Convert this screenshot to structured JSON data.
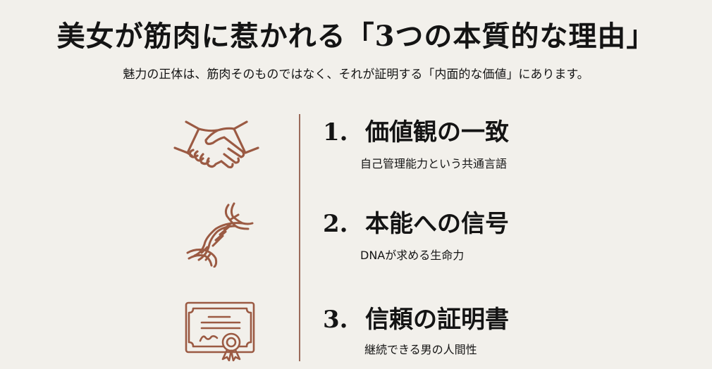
{
  "header": {
    "title": "美女が筋肉に惹かれる「3つの本質的な理由」",
    "subtitle": "魅力の正体は、筋肉そのものではなく、それが証明する「内面的な価値」にあります。"
  },
  "colors": {
    "background": "#f2f0eb",
    "accent": "#9b5a43",
    "divider": "#9b6a5a",
    "text": "#141414"
  },
  "items": [
    {
      "number": "1.",
      "title": "価値観の一致",
      "subtitle": "自己管理能力という共通言語",
      "icon": "handshake-icon"
    },
    {
      "number": "2.",
      "title": "本能への信号",
      "subtitle": "DNAが求める生命力",
      "icon": "dna-icon"
    },
    {
      "number": "3.",
      "title": "信頼の証明書",
      "subtitle": "継続できる男の人間性",
      "icon": "certificate-icon"
    }
  ]
}
